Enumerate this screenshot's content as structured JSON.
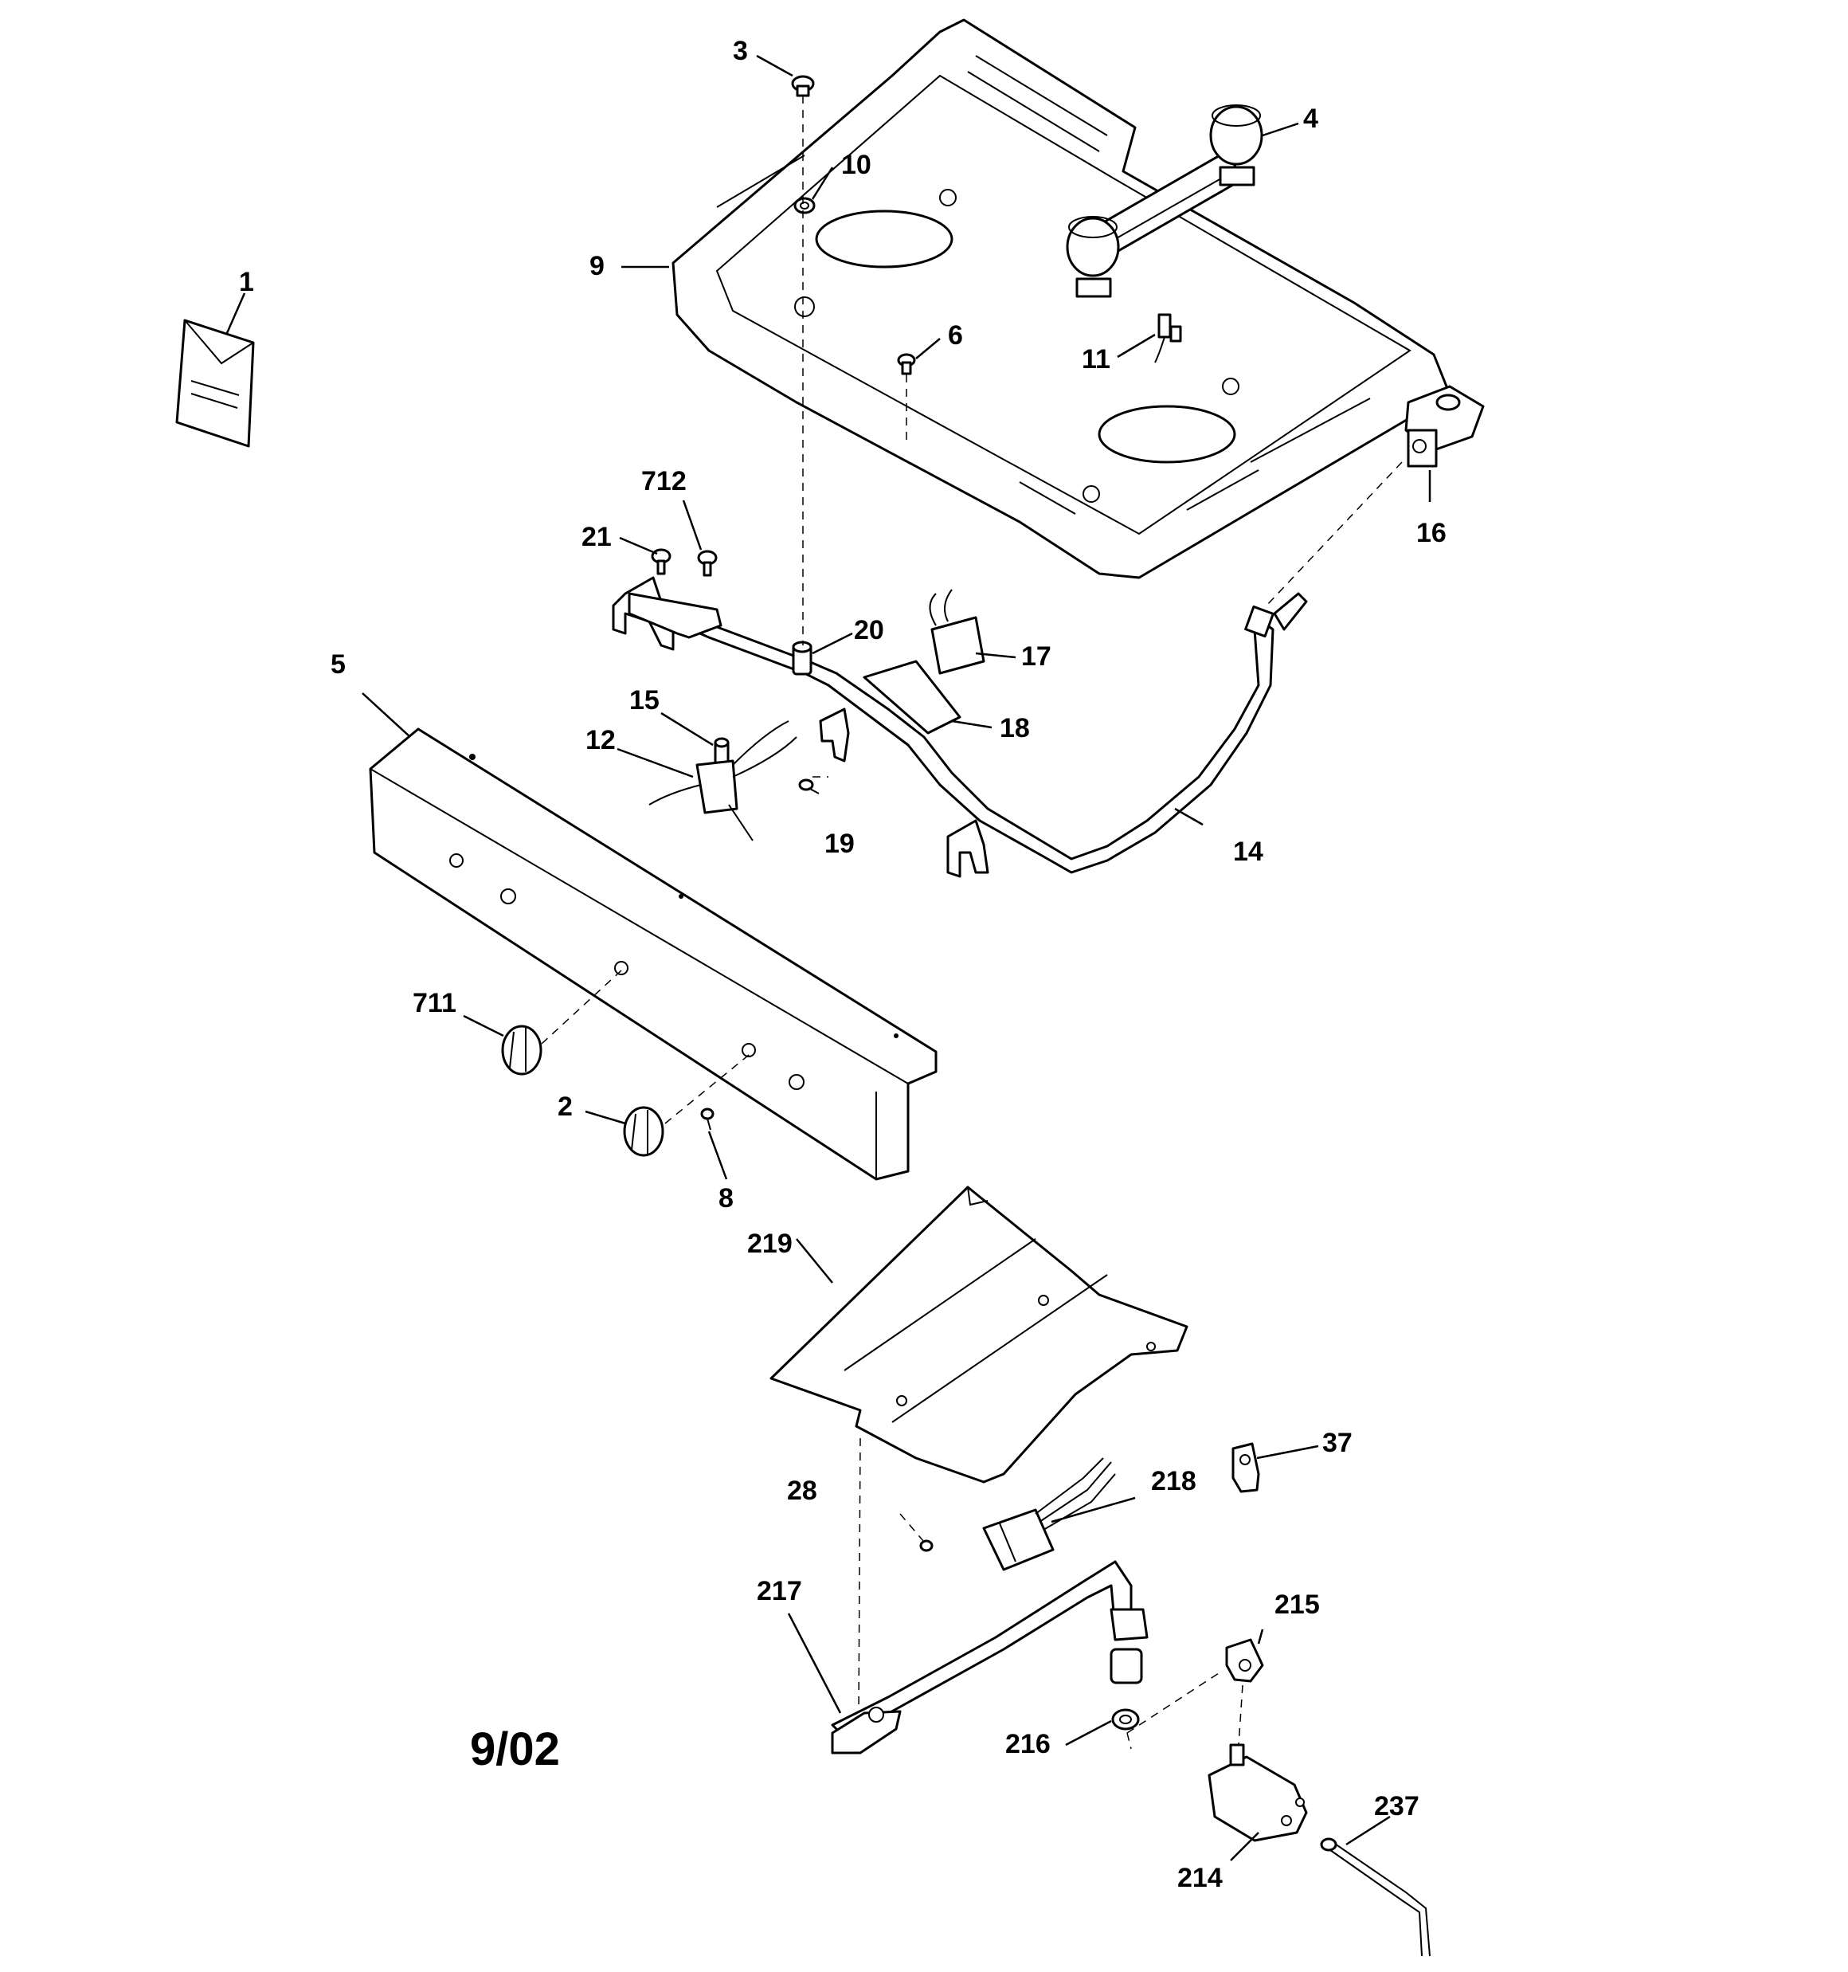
{
  "date_code": "9/02",
  "callouts": {
    "c1": "1",
    "c2": "2",
    "c3": "3",
    "c4": "4",
    "c5": "5",
    "c6": "6",
    "c8": "8",
    "c9": "9",
    "c10": "10",
    "c11": "11",
    "c12": "12",
    "c14": "14",
    "c15": "15",
    "c16": "16",
    "c17": "17",
    "c18": "18",
    "c19": "19",
    "c20": "20",
    "c21": "21",
    "c28": "28",
    "c37": "37",
    "c214": "214",
    "c215": "215",
    "c216": "216",
    "c217": "217",
    "c218": "218",
    "c219": "219",
    "c237": "237",
    "c711": "711",
    "c712": "712"
  }
}
